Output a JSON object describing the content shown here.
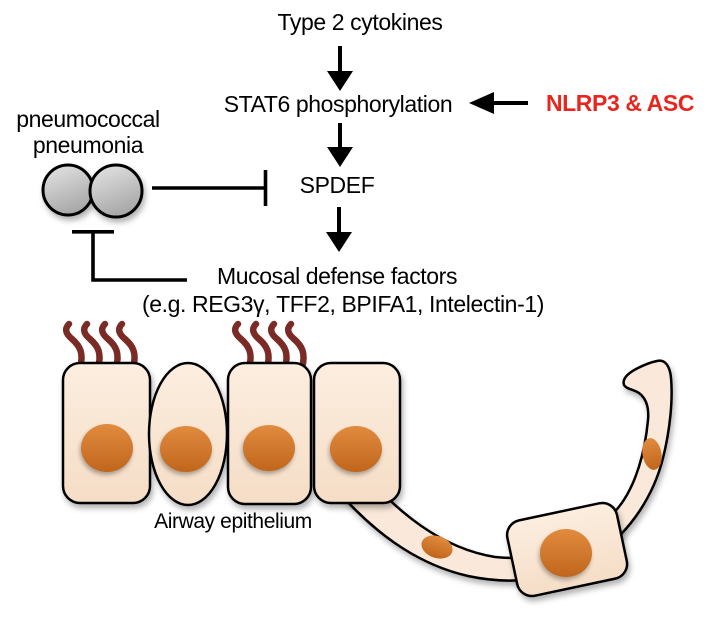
{
  "figure": {
    "title_node": "Type 2 cytokines",
    "labels": {
      "type2_cytokines": "Type 2 cytokines",
      "stat6": "STAT6 phosphorylation",
      "nlrp3_asc": "NLRP3 & ASC",
      "spdef": "SPDEF",
      "mucosal_defense": "Mucosal defense factors",
      "mucosal_examples": "(e.g. REG3γ, TFF2, BPIFA1, Intelectin-1)",
      "pneumonia_line1": "pneumococcal",
      "pneumonia_line2": "pneumonia",
      "airway_epithelium": "Airway epithelium"
    },
    "relations": [
      {
        "from": "Type 2 cytokines",
        "to": "STAT6 phosphorylation",
        "type": "activates"
      },
      {
        "from": "NLRP3 & ASC",
        "to": "STAT6 phosphorylation",
        "type": "activates"
      },
      {
        "from": "STAT6 phosphorylation",
        "to": "SPDEF",
        "type": "activates"
      },
      {
        "from": "SPDEF",
        "to": "Mucosal defense factors",
        "type": "activates"
      },
      {
        "from": "pneumococcal pneumonia",
        "to": "SPDEF",
        "type": "inhibits"
      },
      {
        "from": "Mucosal defense factors",
        "to": "pneumococcal pneumonia",
        "type": "inhibits"
      }
    ],
    "icons": [
      "down-arrow-icon",
      "left-arrow-icon",
      "inhibition-bar-icon",
      "diplococcus-bacteria-icon",
      "ciliated-cell-icon",
      "goblet-cell-icon",
      "cell-nucleus-icon",
      "detached-cell-icon",
      "epithelial-band-icon"
    ],
    "colors": {
      "text": "#000000",
      "nlrp3_red": "#E8261E",
      "outline": "#000000",
      "cell_fill_light": "#FCEEE0",
      "cell_fill_dark": "#F5DDC6",
      "band_fill": "#FAE9DA",
      "nucleus_light": "#E18B3F",
      "nucleus_dark": "#C0661C",
      "cilia_maroon": "#7B2B26",
      "bacteria_light": "#E3E3E3",
      "bacteria_dark": "#A9A9A9",
      "background": "#FFFFFF"
    }
  }
}
